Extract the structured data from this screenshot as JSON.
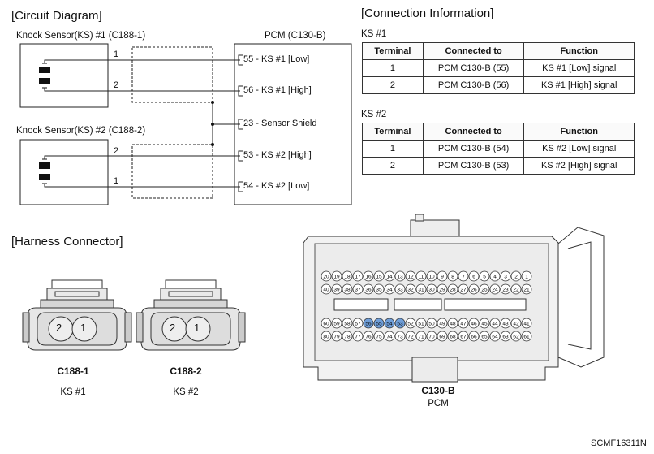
{
  "circuit": {
    "title": "[Circuit Diagram]",
    "ks1_label": "Knock Sensor(KS) #1 (C188-1)",
    "ks2_label": "Knock Sensor(KS) #2 (C188-2)",
    "pcm_label": "PCM (C130-B)",
    "wire_nums": [
      "1",
      "2",
      "2",
      "1"
    ],
    "pins": [
      "55 - KS #1 [Low]",
      "56 - KS #1 [High]",
      "23 - Sensor Shield",
      "53 - KS #2 [High]",
      "54 - KS #2 [Low]"
    ]
  },
  "connection": {
    "title": "[Connection Information]",
    "headers": [
      "Terminal",
      "Connected to",
      "Function"
    ],
    "ks1": {
      "label": "KS #1",
      "rows": [
        [
          "1",
          "PCM C130-B (55)",
          "KS #1 [Low] signal"
        ],
        [
          "2",
          "PCM C130-B (56)",
          "KS #1 [High] signal"
        ]
      ]
    },
    "ks2": {
      "label": "KS #2",
      "rows": [
        [
          "1",
          "PCM C130-B (54)",
          "KS #2 [Low] signal"
        ],
        [
          "2",
          "PCM C130-B (53)",
          "KS #2 [High] signal"
        ]
      ]
    }
  },
  "harness": {
    "title": "[Harness Connector]",
    "c188_1": {
      "code": "C188-1",
      "name": "KS #1",
      "pins": [
        "2",
        "1"
      ]
    },
    "c188_2": {
      "code": "C188-2",
      "name": "KS #2",
      "pins": [
        "2",
        "1"
      ]
    },
    "c130b": {
      "code": "C130-B",
      "name": "PCM",
      "highlighted_pins": [
        53,
        54,
        55,
        56
      ]
    }
  },
  "figure_code": "SCMF16311N"
}
